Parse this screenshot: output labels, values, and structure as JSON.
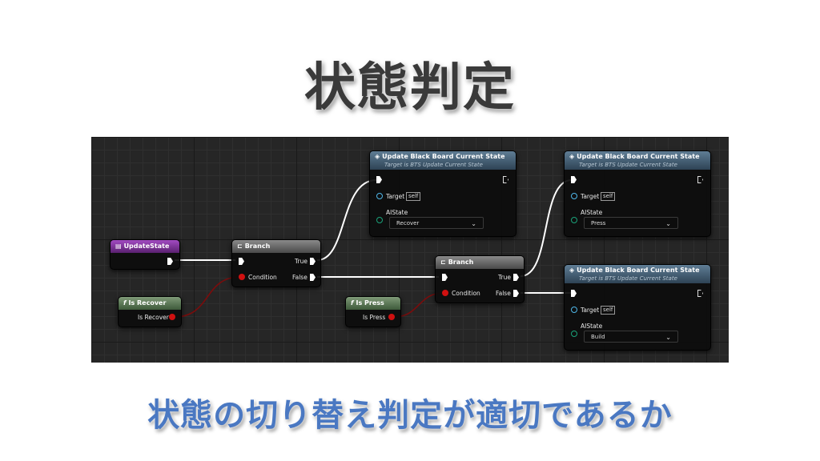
{
  "title": "状態判定",
  "caption": "状態の切り替え判定が適切であるか",
  "nodes": {
    "update_state": {
      "label": "UpdateState"
    },
    "is_recover": {
      "label": "Is Recover",
      "out_label": "Is Recover"
    },
    "is_press": {
      "label": "Is Press",
      "out_label": "Is Press"
    },
    "branch1": {
      "label": "Branch",
      "condition": "Condition",
      "true": "True",
      "false": "False"
    },
    "branch2": {
      "label": "Branch",
      "condition": "Condition",
      "true": "True",
      "false": "False"
    },
    "update_bb1": {
      "label": "Update Black Board Current State",
      "subtitle": "Target is BTS Update Current State",
      "target": "Target",
      "self": "self",
      "aistate": "AIState",
      "value": "Recover"
    },
    "update_bb2": {
      "label": "Update Black Board Current State",
      "subtitle": "Target is BTS Update Current State",
      "target": "Target",
      "self": "self",
      "aistate": "AIState",
      "value": "Press"
    },
    "update_bb3": {
      "label": "Update Black Board Current State",
      "subtitle": "Target is BTS Update Current State",
      "target": "Target",
      "self": "self",
      "aistate": "AIState",
      "value": "Build"
    }
  },
  "icons": {
    "function": "f",
    "branch": "branch-icon",
    "event": "event-icon"
  },
  "colors": {
    "exec_wire": "#ffffff",
    "bool_wire": "#8a0a0a",
    "bool_pin": "#d01010",
    "object_pin": "#4fb6e8",
    "enum_pin": "#1aa37a"
  }
}
